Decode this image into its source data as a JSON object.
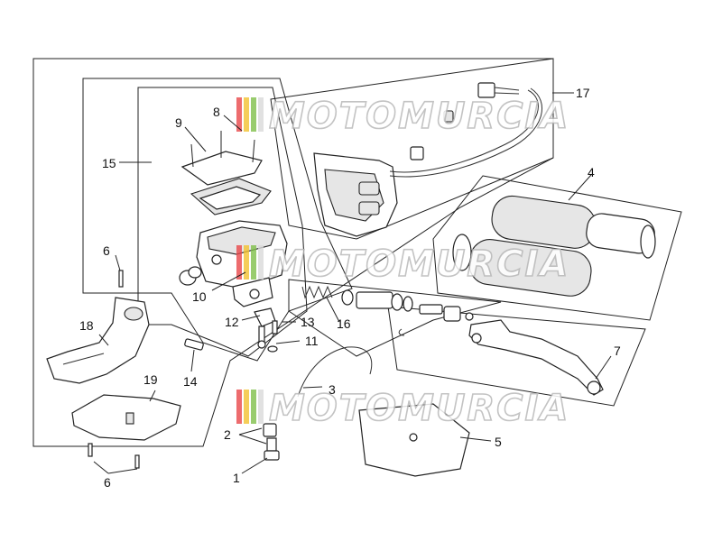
{
  "diagram": {
    "labels": [
      {
        "id": "1",
        "text": "1"
      },
      {
        "id": "2",
        "text": "2"
      },
      {
        "id": "3",
        "text": "3"
      },
      {
        "id": "4",
        "text": "4"
      },
      {
        "id": "5",
        "text": "5"
      },
      {
        "id": "6a",
        "text": "6"
      },
      {
        "id": "6b",
        "text": "6"
      },
      {
        "id": "7",
        "text": "7"
      },
      {
        "id": "8",
        "text": "8"
      },
      {
        "id": "9",
        "text": "9"
      },
      {
        "id": "10",
        "text": "10"
      },
      {
        "id": "11",
        "text": "11"
      },
      {
        "id": "12",
        "text": "12"
      },
      {
        "id": "13",
        "text": "13"
      },
      {
        "id": "14",
        "text": "14"
      },
      {
        "id": "15",
        "text": "15"
      },
      {
        "id": "16",
        "text": "16"
      },
      {
        "id": "17",
        "text": "17"
      },
      {
        "id": "18",
        "text": "18"
      },
      {
        "id": "19",
        "text": "19"
      }
    ]
  },
  "watermark": {
    "text": "MOTOMURCIA",
    "stripe_colors": [
      "#e8474a",
      "#f2c230",
      "#7fbf4a",
      "#d9d9d9"
    ]
  }
}
